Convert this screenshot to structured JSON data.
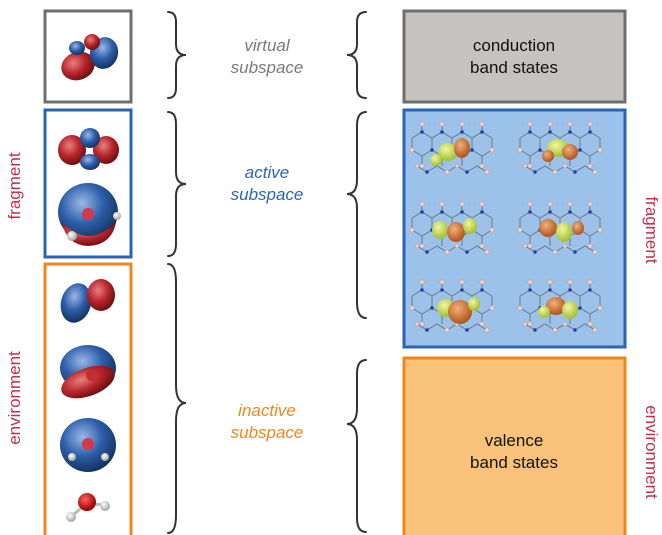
{
  "labels": {
    "virtual": [
      "virtual",
      "subspace"
    ],
    "active": [
      "active",
      "subspace"
    ],
    "inactive": [
      "inactive",
      "subspace"
    ],
    "conduction": [
      "conduction",
      "band states"
    ],
    "valence": [
      "valence",
      "band states"
    ],
    "fragment_left": "fragment",
    "environment_left": "environment",
    "fragment_right": "fragment",
    "environment_right": "environment"
  },
  "colors": {
    "virtual": "#7a7a7a",
    "active": "#2a63b8",
    "inactive": "#f0861a",
    "side_label": "#c0304a",
    "conduction_fill": "#c5c3c0",
    "valence_fill": "#f9c27a",
    "active_panel_fill": "#9dc2ea"
  }
}
